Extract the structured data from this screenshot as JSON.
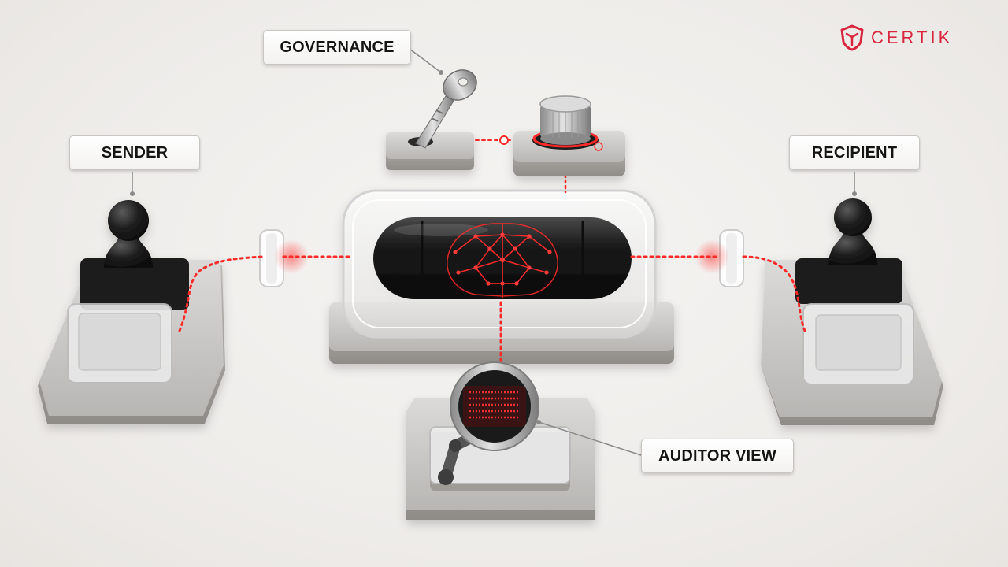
{
  "labels": {
    "governance": "GOVERNANCE",
    "sender": "SENDER",
    "recipient": "RECIPIENT",
    "auditor": "AUDITOR VIEW"
  },
  "brand": {
    "name": "CERTIK",
    "icon": "shield-icon",
    "color": "#d9263f"
  },
  "colors": {
    "beam": "#ff2a2a",
    "capsule": "#161616",
    "platform": "#c9c7c5",
    "background": "#efedea"
  }
}
